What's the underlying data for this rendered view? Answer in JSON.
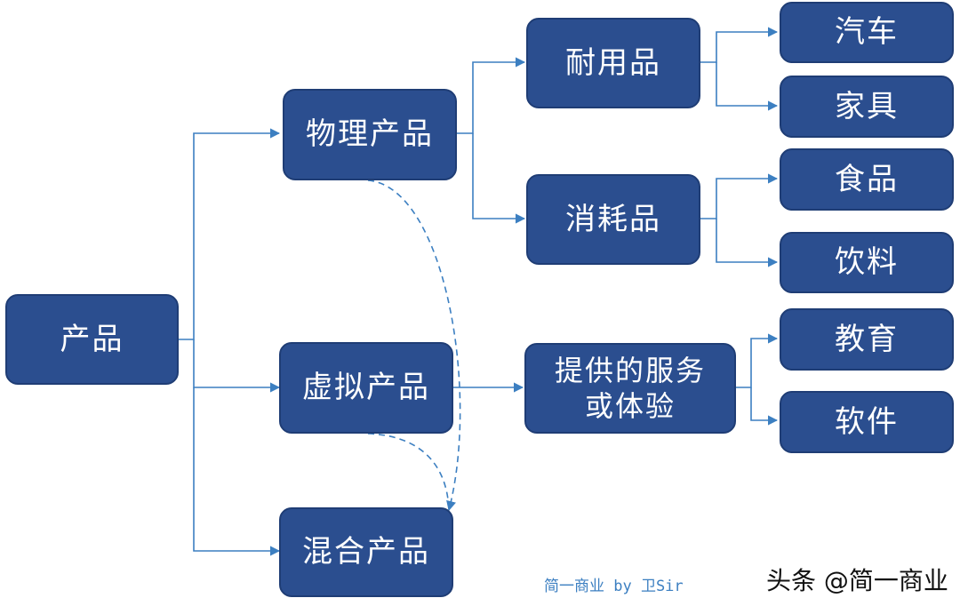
{
  "nodes": {
    "root": "产品",
    "physical": "物理产品",
    "virtual": "虚拟产品",
    "hybrid": "混合产品",
    "durable": "耐用品",
    "consumable": "消耗品",
    "service": "提供的服务\n或体验",
    "car": "汽车",
    "furniture": "家具",
    "food": "食品",
    "drink": "饮料",
    "education": "教育",
    "software": "软件"
  },
  "credit": "简一商业 by 卫Sir",
  "watermark": "头条 @简一商业",
  "colors": {
    "node_fill": "#2b4e8f",
    "node_border": "#1f3d75",
    "connector": "#3c7fc1",
    "node_text": "#ffffff"
  }
}
